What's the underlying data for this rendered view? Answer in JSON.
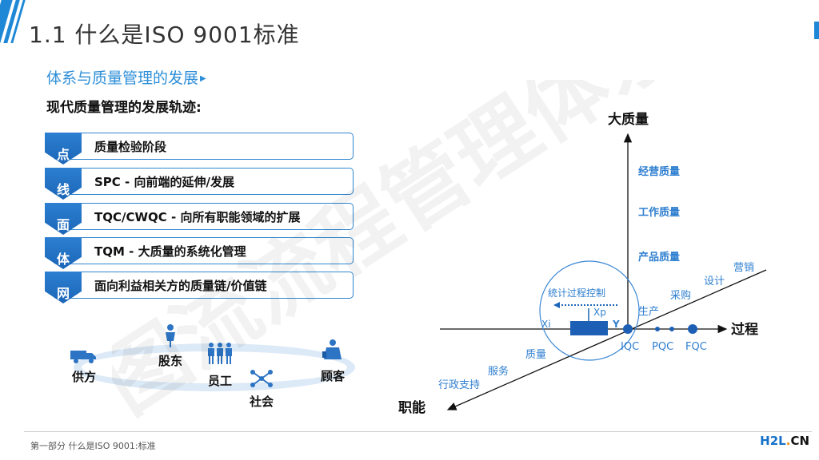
{
  "header": {
    "title": "1.1 什么是ISO 9001标准",
    "subtitle": "体系与质量管理的发展",
    "heading": "现代质量管理的发展轨迹:"
  },
  "stages": [
    {
      "badge": "点",
      "label": "质量检验阶段"
    },
    {
      "badge": "线",
      "label": "SPC - 向前端的延伸/发展"
    },
    {
      "badge": "面",
      "label": "TQC/CWQC - 向所有职能领域的扩展"
    },
    {
      "badge": "体",
      "label": "TQM - 大质量的系统化管理"
    },
    {
      "badge": "网",
      "label": "面向利益相关方的质量链/价值链"
    }
  ],
  "stakeholders": [
    {
      "label": "供方",
      "icon": "truck-icon"
    },
    {
      "label": "股东",
      "icon": "person-icon"
    },
    {
      "label": "员工",
      "icon": "group-icon"
    },
    {
      "label": "社会",
      "icon": "network-icon"
    },
    {
      "label": "顾客",
      "icon": "customer-icon"
    }
  ],
  "diagram": {
    "y_axis": "大质量",
    "x_axis": "过程",
    "z_axis": "职能",
    "y_levels": [
      "经营质量",
      "工作质量",
      "产品质量"
    ],
    "diag_up": [
      "营销",
      "设计",
      "采购",
      "生产"
    ],
    "diag_down": [
      "质量",
      "服务",
      "行政支持"
    ],
    "spc_label": "统计过程控制",
    "xp": "Xp",
    "xi": "Xi",
    "y": "Y",
    "points": [
      "IQC",
      "PQC",
      "FQC"
    ]
  },
  "watermark": "图流流程管理体系",
  "footer": {
    "text": "第一部分 什么是ISO 9001:标准",
    "logo_h": "H2L",
    "logo_dot": ".",
    "logo_cn": "CN"
  },
  "colors": {
    "accent": "#1e88d6",
    "dark_blue": "#1b66b8",
    "axis_text": "#2f7fd0"
  }
}
